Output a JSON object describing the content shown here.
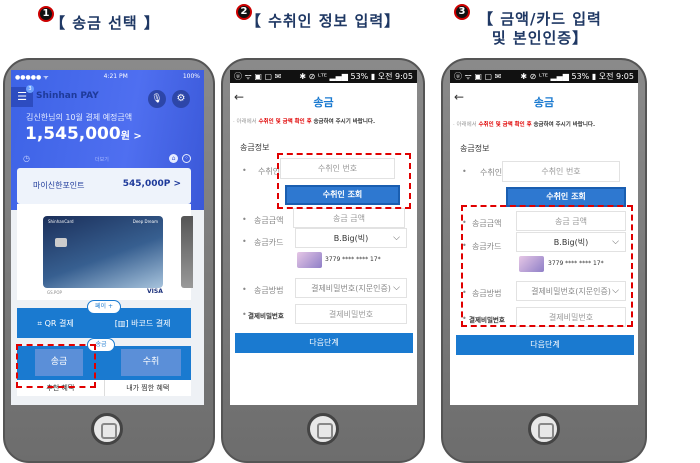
{
  "steps": [
    {
      "number": "1",
      "title": "【 송금 선택 】"
    },
    {
      "number": "2",
      "title": "【 수취인 정보 입력】"
    },
    {
      "number": "3",
      "title": "【 금액/카드 입력 및 본인인증】"
    }
  ],
  "phone1": {
    "status": {
      "carrier": "●●●●● ᯤ",
      "time": "4:21 PM",
      "battery": "100%"
    },
    "badge": "3",
    "app_name": "Shinhan PAY",
    "subtitle": "김신한님의 10월 결제 예정금액",
    "amount": "1,545,000",
    "currency": "원 >",
    "more": "더보기",
    "points_label": "마이신한포인트",
    "points_value": "545,000P >",
    "card": {
      "brand": "ShinhanCard",
      "name": "Deep Dream",
      "tag": "GS.POP",
      "network": "VISA"
    },
    "pay_plus": "페이 +",
    "qr": "QR 결제",
    "barcode": "바코드 결제",
    "transfer_tab": "송금",
    "send": "송금",
    "receive": "수취",
    "benefit_tabs": [
      "추천 혜택",
      "내가 찜한 혜택"
    ],
    "brand_color": "#3a63e0"
  },
  "form": {
    "status": {
      "left": "ⓤ ᯤ ▣ ▢ ✉",
      "right": "✱ ⊘ ᴸᵀᴱ ▂▄▆ 53% ▮ 오전 9:05"
    },
    "back": "←",
    "title": "송금",
    "notice_prefix": "· 아래에서",
    "notice_red": "수취인 및 금액 확인 후",
    "notice_suffix": "송금하여 주시기 바랍니다.",
    "section": "송금정보",
    "recipient_label": "수취인",
    "recipient_placeholder": "수취인 번호",
    "lookup": "수취인 조회",
    "amount_label": "송금금액",
    "amount_placeholder": "송금 금액",
    "card_label": "송금카드",
    "card_value": "B.Big(빅)",
    "card_number": "3779 **** **** 17*",
    "method_label": "송금방법",
    "method_value": "결제비밀번호(지문인증)",
    "pw_label": "결제비밀번호",
    "pw_placeholder": "결제비밀번호",
    "next": "다음단계",
    "accent": "#1a7ad0",
    "highlight": "#e00000"
  }
}
